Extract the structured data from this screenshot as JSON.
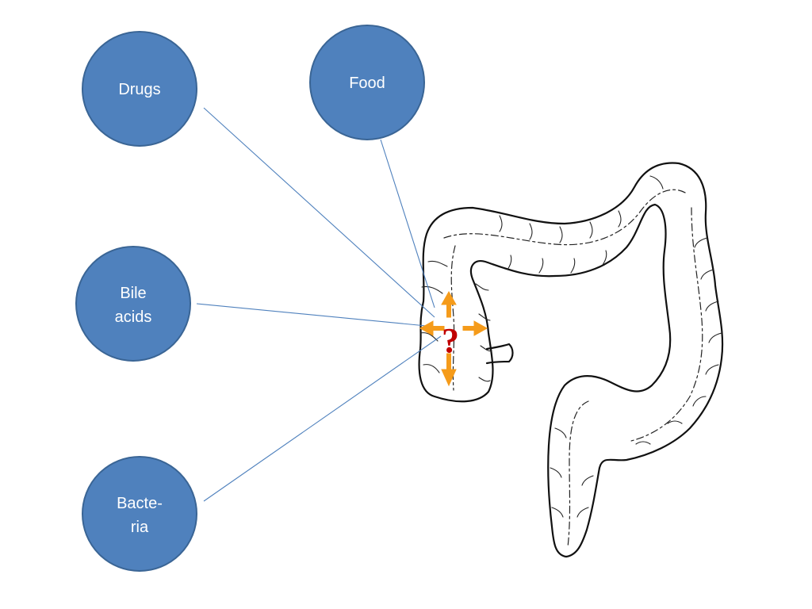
{
  "nodes": {
    "drugs": {
      "lines": [
        "Drugs"
      ]
    },
    "food": {
      "lines": [
        "Food"
      ]
    },
    "bile_acids": {
      "lines": [
        "Bile",
        "acids"
      ]
    },
    "bacteria": {
      "lines": [
        "Bacte-",
        "ria"
      ]
    }
  },
  "center_mark": "?",
  "colors": {
    "node_fill": "#4f81bd",
    "node_stroke": "#3a6595",
    "connector": "#4f81bd",
    "arrow": "#f59b1a",
    "question_mark": "#c00000",
    "colon_outline": "#111111"
  }
}
